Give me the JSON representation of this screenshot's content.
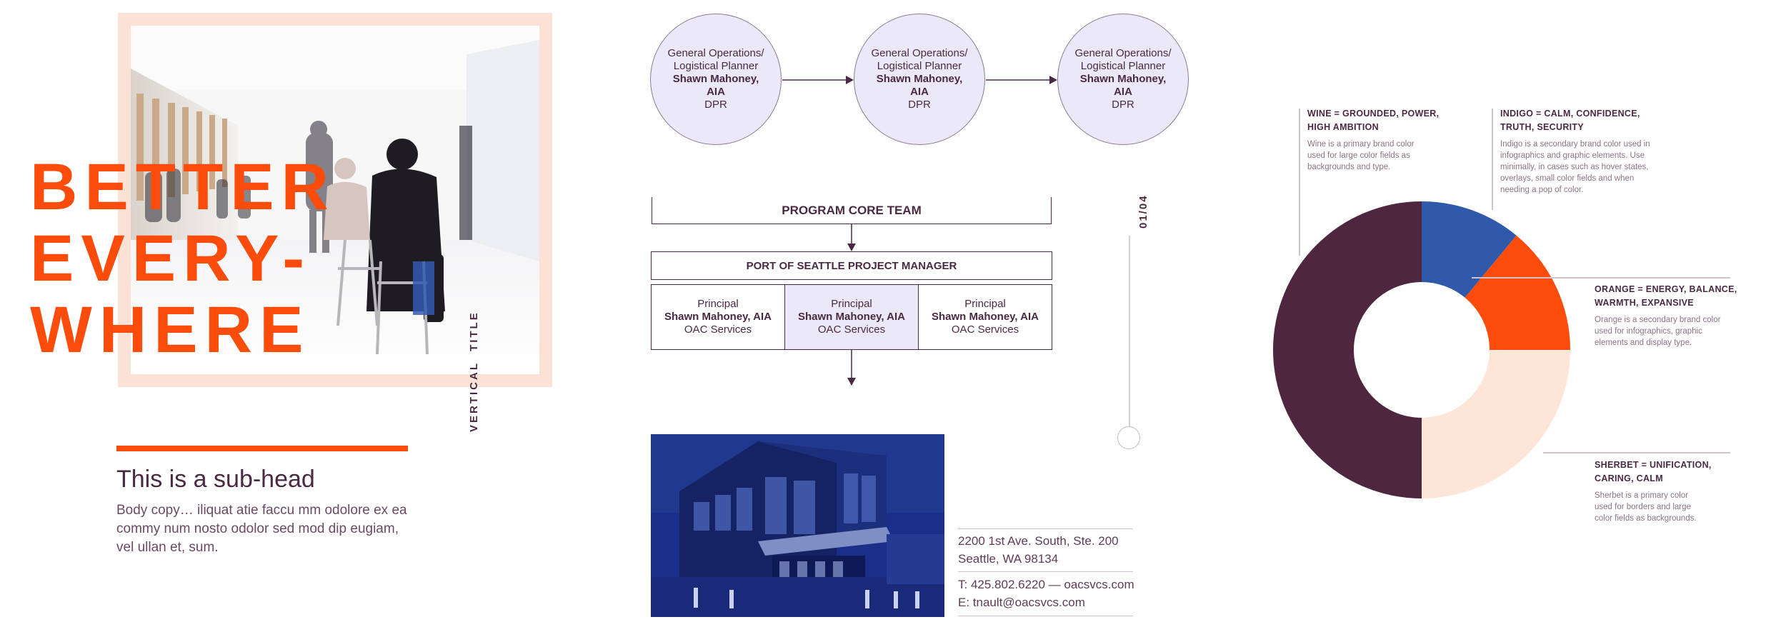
{
  "hero": {
    "headline_lines": [
      "BETTER",
      "EVERY-",
      "WHERE"
    ],
    "vertical_title": "VERTICAL  TITLE",
    "sub_head": "This is a sub-head",
    "body_copy": "Body copy… iliquat atie faccu mm odolore ex ea commy num nosto odolor sed mod dip eugiam, vel ullan et, sum."
  },
  "org_chart": {
    "planners": [
      {
        "role_line1": "General Operations/",
        "role_line2": "Logistical Planner",
        "name_line1": "Shawn Mahoney,",
        "name_line2": "AIA",
        "org": "DPR"
      },
      {
        "role_line1": "General Operations/",
        "role_line2": "Logistical Planner",
        "name_line1": "Shawn Mahoney,",
        "name_line2": "AIA",
        "org": "DPR"
      },
      {
        "role_line1": "General Operations/",
        "role_line2": "Logistical Planner",
        "name_line1": "Shawn Mahoney,",
        "name_line2": "AIA",
        "org": "DPR"
      }
    ],
    "core_team": "PROGRAM CORE TEAM",
    "project_manager": "PORT OF SEATTLE PROJECT MANAGER",
    "principals": [
      {
        "role": "Principal",
        "name": "Shawn Mahoney, AIA",
        "org": "OAC Services"
      },
      {
        "role": "Principal",
        "name": "Shawn Mahoney, AIA",
        "org": "OAC Services"
      },
      {
        "role": "Principal",
        "name": "Shawn Mahoney, AIA",
        "org": "OAC Services"
      }
    ]
  },
  "contact": {
    "address_line1": "2200 1st Ave. South, Ste. 200",
    "address_line2": "Seattle, WA 98134",
    "phone_line": "T: 425.802.6220 — oacsvcs.com",
    "email_line": "E: tnault@oacsvcs.com"
  },
  "page_number": "01/04",
  "palette": {
    "wine": {
      "hex": "#4e2640",
      "title_line1": "WINE = GROUNDED, POWER,",
      "title_line2": "HIGH AMBITION",
      "desc": [
        "Wine is a primary brand color",
        "used for large color fields as",
        "backgrounds and type."
      ]
    },
    "indigo": {
      "hex": "#2f5aac",
      "title_line1": "INDIGO = CALM, CONFIDENCE,",
      "title_line2": "TRUTH, SECURITY",
      "desc": [
        "Indigo is a secondary brand color used in",
        "infographics and graphic elements. Use",
        "minimally, in cases such as hover states,",
        "overlays, small color fields and when",
        "needing a pop of color."
      ]
    },
    "orange": {
      "hex": "#fc4c0b",
      "title_line1": "ORANGE = ENERGY, BALANCE,",
      "title_line2": "WARMTH, EXPANSIVE",
      "desc": [
        "Orange is a secondary brand color",
        "used for infographics, graphic",
        "elements and display type."
      ]
    },
    "sherbet": {
      "hex": "#fde5d8",
      "title_line1": "SHERBET = UNIFICATION,",
      "title_line2": "CARING, CALM",
      "desc": [
        "Sherbet is a primary color",
        "used for borders and large",
        "color fields as backgrounds."
      ]
    },
    "share": {
      "indigo": 0.11,
      "orange": 0.14,
      "sherbet": 0.25,
      "wine": 0.5
    }
  }
}
